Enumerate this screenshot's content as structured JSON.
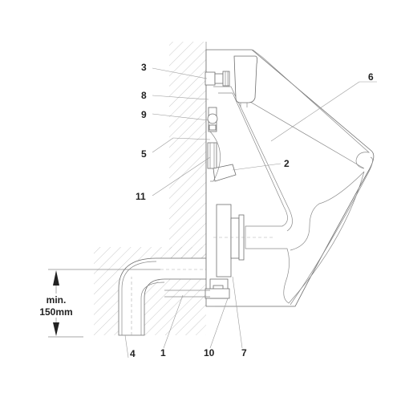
{
  "callouts": {
    "c1": "1",
    "c2": "2",
    "c3": "3",
    "c4": "4",
    "c5": "5",
    "c6": "6",
    "c7": "7",
    "c8": "8",
    "c9": "9",
    "c10": "10",
    "c11": "11"
  },
  "dimension": {
    "line1": "min.",
    "line2": "150mm"
  },
  "colors": {
    "line": "#6f6f6f",
    "text": "#222222",
    "background": "#ffffff"
  }
}
